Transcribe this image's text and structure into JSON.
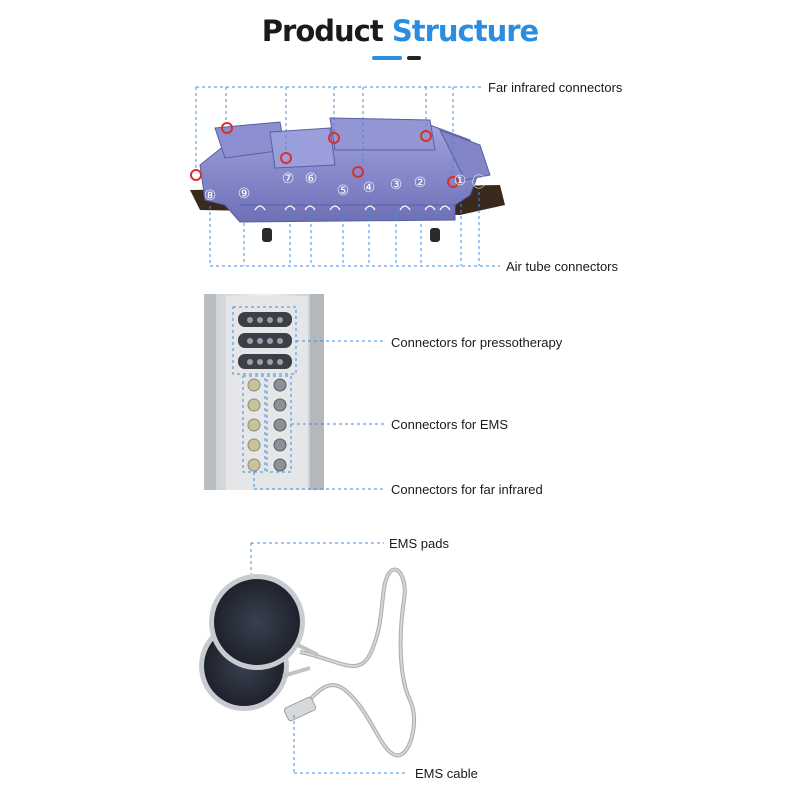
{
  "title": {
    "word1": "Product",
    "word2": "Structure"
  },
  "labels": {
    "far_infrared_connectors": "Far infrared connectors",
    "air_tube_connectors": "Air tube connectors",
    "connectors_pressotherapy": "Connectors for pressotherapy",
    "connectors_ems": "Connectors for EMS",
    "connectors_far_infrared": "Connectors for far infrared",
    "ems_pads": "EMS pads",
    "ems_cable": "EMS cable"
  },
  "numbers": [
    "①",
    "②",
    "③",
    "④",
    "⑤",
    "⑥",
    "⑦",
    "⑧",
    "⑨",
    "⓪"
  ],
  "colors": {
    "accent": "#2a8de0",
    "suit": "#7b7fc4",
    "marker": "#d9302b",
    "pad": "#2a2f3a"
  }
}
